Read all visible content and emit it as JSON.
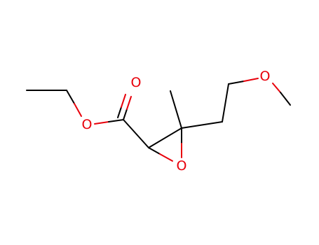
{
  "molecule": {
    "atoms": {
      "ester_o": {
        "symbol": "O",
        "color": "#e8000b"
      },
      "carbonyl_o": {
        "symbol": "O",
        "color": "#e8000b"
      },
      "epoxide_o": {
        "symbol": "O",
        "color": "#e8000b"
      },
      "ether_o": {
        "symbol": "O",
        "color": "#e8000b"
      }
    },
    "bond_color": "#000000"
  }
}
